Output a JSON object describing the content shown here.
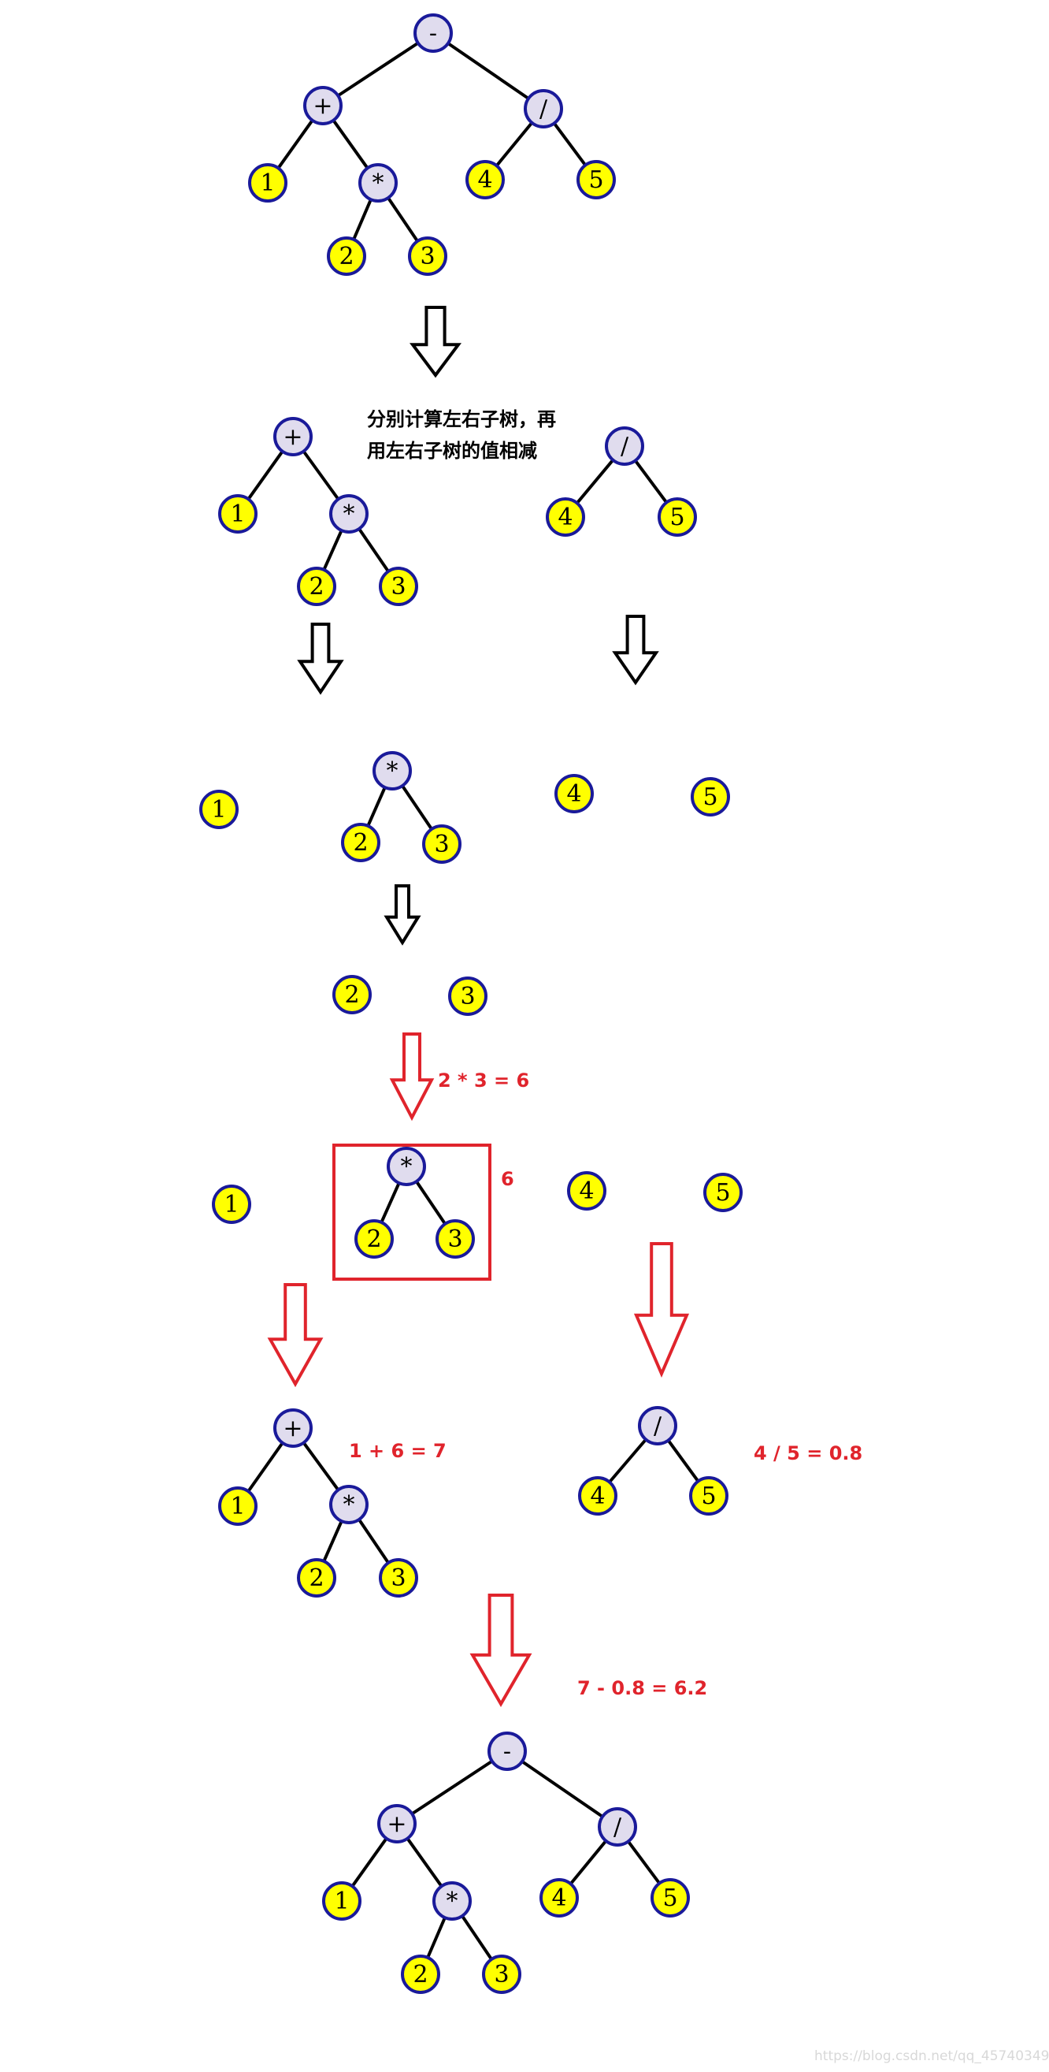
{
  "caption_lines": [
    "分别计算左右子树，再",
    "用左右子树的值相减"
  ],
  "calc_mul_label": "2 * 3 = 6",
  "calc_mul_result": "6",
  "calc_add_label": "1 + 6 = 7",
  "calc_div_label": "4 / 5 = 0.8",
  "calc_sub_label": "7 - 0.8 = 6.2",
  "watermark": "https://blog.csdn.net/qq_45740349",
  "colors": {
    "operator_fill": "#e0dcee",
    "number_fill": "#ffff00",
    "node_stroke": "#1a1a9a",
    "edge": "#000000",
    "highlight": "#e0242c"
  },
  "trees": {
    "full_tree": {
      "nodes": [
        {
          "id": "minus",
          "text": "-",
          "type": "op"
        },
        {
          "id": "plus",
          "text": "+",
          "type": "op"
        },
        {
          "id": "div",
          "text": "/",
          "type": "op"
        },
        {
          "id": "one",
          "text": "1",
          "type": "num"
        },
        {
          "id": "mul",
          "text": "*",
          "type": "op"
        },
        {
          "id": "four",
          "text": "4",
          "type": "num"
        },
        {
          "id": "five",
          "text": "5",
          "type": "num"
        },
        {
          "id": "two",
          "text": "2",
          "type": "num"
        },
        {
          "id": "three",
          "text": "3",
          "type": "num"
        }
      ],
      "edges": [
        [
          "minus",
          "plus"
        ],
        [
          "minus",
          "div"
        ],
        [
          "plus",
          "one"
        ],
        [
          "plus",
          "mul"
        ],
        [
          "div",
          "four"
        ],
        [
          "div",
          "five"
        ],
        [
          "mul",
          "two"
        ],
        [
          "mul",
          "three"
        ]
      ]
    },
    "left_subtree": {
      "nodes": [
        {
          "id": "plus",
          "text": "+",
          "type": "op"
        },
        {
          "id": "one",
          "text": "1",
          "type": "num"
        },
        {
          "id": "mul",
          "text": "*",
          "type": "op"
        },
        {
          "id": "two",
          "text": "2",
          "type": "num"
        },
        {
          "id": "three",
          "text": "3",
          "type": "num"
        }
      ],
      "edges": [
        [
          "plus",
          "one"
        ],
        [
          "plus",
          "mul"
        ],
        [
          "mul",
          "two"
        ],
        [
          "mul",
          "three"
        ]
      ]
    },
    "right_subtree": {
      "nodes": [
        {
          "id": "div",
          "text": "/",
          "type": "op"
        },
        {
          "id": "four",
          "text": "4",
          "type": "num"
        },
        {
          "id": "five",
          "text": "5",
          "type": "num"
        }
      ],
      "edges": [
        [
          "div",
          "four"
        ],
        [
          "div",
          "five"
        ]
      ]
    },
    "mul_subtree": {
      "nodes": [
        {
          "id": "mul",
          "text": "*",
          "type": "op"
        },
        {
          "id": "two",
          "text": "2",
          "type": "num"
        },
        {
          "id": "three",
          "text": "3",
          "type": "num"
        }
      ],
      "edges": [
        [
          "mul",
          "two"
        ],
        [
          "mul",
          "three"
        ]
      ]
    },
    "leaves_level3": {
      "nodes": [
        {
          "id": "one",
          "text": "1",
          "type": "num"
        },
        {
          "id": "four",
          "text": "4",
          "type": "num"
        },
        {
          "id": "five",
          "text": "5",
          "type": "num"
        }
      ],
      "edges": []
    },
    "leaves_level4": {
      "nodes": [
        {
          "id": "two",
          "text": "2",
          "type": "num"
        },
        {
          "id": "three",
          "text": "3",
          "type": "num"
        }
      ],
      "edges": []
    },
    "mul_subtree_highlighted": {
      "nodes": [
        {
          "id": "mul",
          "text": "*",
          "type": "op"
        },
        {
          "id": "two",
          "text": "2",
          "type": "num"
        },
        {
          "id": "three",
          "text": "3",
          "type": "num"
        }
      ],
      "edges": [
        [
          "mul",
          "two"
        ],
        [
          "mul",
          "three"
        ]
      ]
    },
    "leaves_level5": {
      "nodes": [
        {
          "id": "one",
          "text": "1",
          "type": "num"
        },
        {
          "id": "four",
          "text": "4",
          "type": "num"
        },
        {
          "id": "five",
          "text": "5",
          "type": "num"
        }
      ],
      "edges": []
    },
    "left_subtree_2": {
      "nodes": [
        {
          "id": "plus",
          "text": "+",
          "type": "op"
        },
        {
          "id": "one",
          "text": "1",
          "type": "num"
        },
        {
          "id": "mul",
          "text": "*",
          "type": "op"
        },
        {
          "id": "two",
          "text": "2",
          "type": "num"
        },
        {
          "id": "three",
          "text": "3",
          "type": "num"
        }
      ],
      "edges": [
        [
          "plus",
          "one"
        ],
        [
          "plus",
          "mul"
        ],
        [
          "mul",
          "two"
        ],
        [
          "mul",
          "three"
        ]
      ]
    },
    "right_subtree_2": {
      "nodes": [
        {
          "id": "div",
          "text": "/",
          "type": "op"
        },
        {
          "id": "four",
          "text": "4",
          "type": "num"
        },
        {
          "id": "five",
          "text": "5",
          "type": "num"
        }
      ],
      "edges": [
        [
          "div",
          "four"
        ],
        [
          "div",
          "five"
        ]
      ]
    },
    "final_tree": {
      "nodes": [
        {
          "id": "minus",
          "text": "-",
          "type": "op"
        },
        {
          "id": "plus",
          "text": "+",
          "type": "op"
        },
        {
          "id": "div",
          "text": "/",
          "type": "op"
        },
        {
          "id": "one",
          "text": "1",
          "type": "num"
        },
        {
          "id": "mul",
          "text": "*",
          "type": "op"
        },
        {
          "id": "four",
          "text": "4",
          "type": "num"
        },
        {
          "id": "five",
          "text": "5",
          "type": "num"
        },
        {
          "id": "two",
          "text": "2",
          "type": "num"
        },
        {
          "id": "three",
          "text": "3",
          "type": "num"
        }
      ],
      "edges": [
        [
          "minus",
          "plus"
        ],
        [
          "minus",
          "div"
        ],
        [
          "plus",
          "one"
        ],
        [
          "plus",
          "mul"
        ],
        [
          "div",
          "four"
        ],
        [
          "div",
          "five"
        ],
        [
          "mul",
          "two"
        ],
        [
          "mul",
          "three"
        ]
      ]
    }
  }
}
